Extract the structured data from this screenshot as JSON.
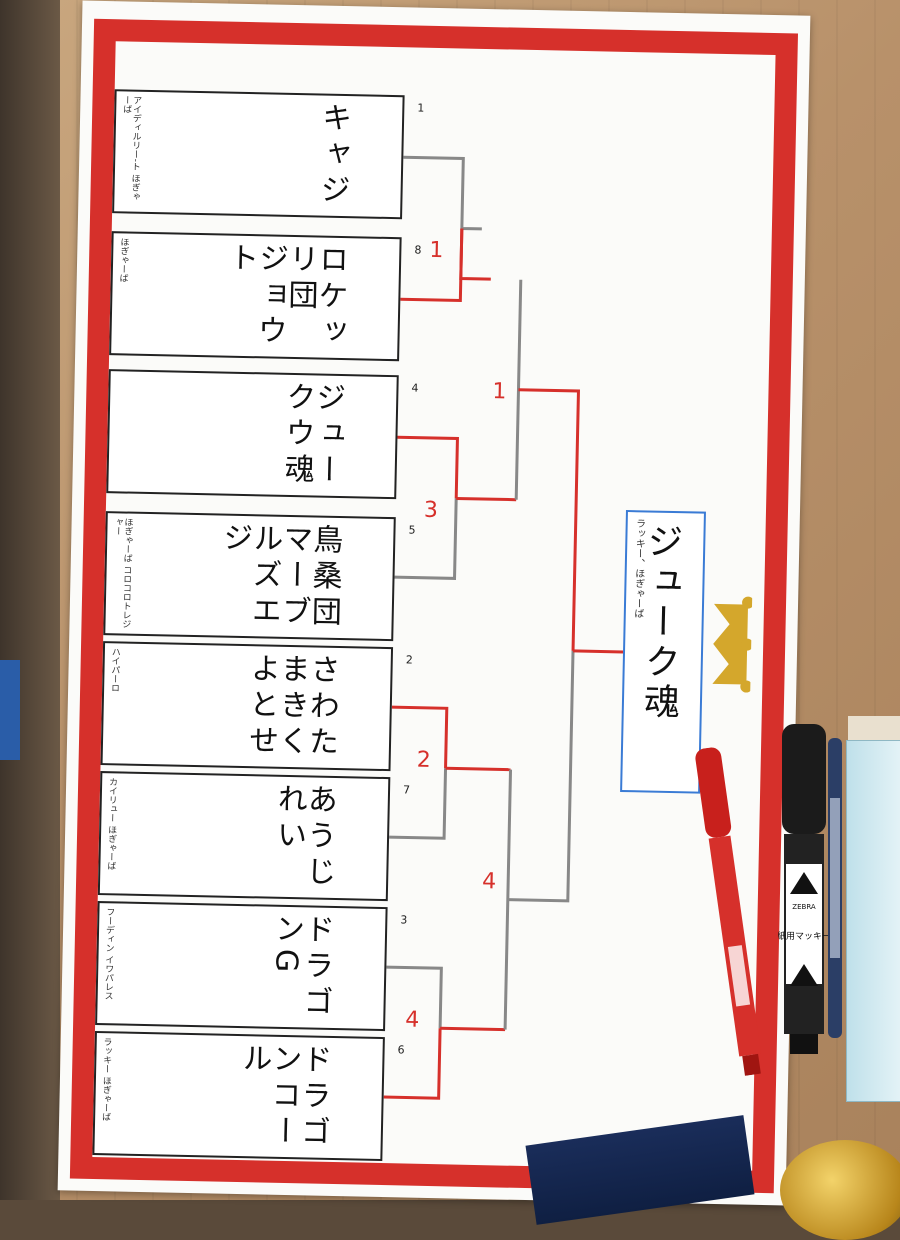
{
  "bracket": {
    "entries": [
      {
        "seed": "1",
        "name": "キャジ",
        "sponsor": "アイディルリー-ト ほぎゃーば"
      },
      {
        "seed": "8",
        "name": "ロケッリ団 ジョウト",
        "sponsor": "ほぎゃーば"
      },
      {
        "seed": "4",
        "name": "ジュークウ魂",
        "sponsor": ""
      },
      {
        "seed": "5",
        "name": "鳥桑団 マーブルズエジ",
        "sponsor": "ほぎゃーば コロコロトレジャー"
      },
      {
        "seed": "2",
        "name": "さわたまきくよとせ",
        "sponsor": "ハイパーロ"
      },
      {
        "seed": "7",
        "name": "あうじれい",
        "sponsor": "カイリュー ほぎゃーば"
      },
      {
        "seed": "3",
        "name": "ドラゴンG",
        "sponsor": "フーディン イワパレス"
      },
      {
        "seed": "6",
        "name": "ドラゴンコール",
        "sponsor": "ラッキー ほぎゃーば"
      }
    ],
    "scores": {
      "r1_m1": "1",
      "r1_m2": "3",
      "r1_m3": "2",
      "r1_m4": "4",
      "r2_m1": "1",
      "r2_m2": "4"
    },
    "champion": {
      "name": "ジューク魂",
      "sponsor": "ラッキー、ほぎゃーば"
    }
  },
  "colors": {
    "frame": "#d6302b",
    "winner_line": "#d6302b",
    "loser_line": "#888888",
    "champion_border": "#3a7bd5"
  },
  "props": {
    "marker_brand": "ZEBRA",
    "marker_label": "紙用マッキー"
  }
}
